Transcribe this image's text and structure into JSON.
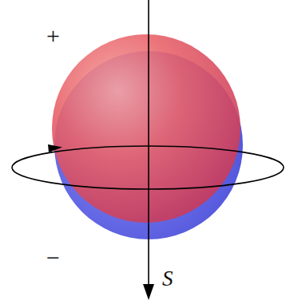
{
  "diagram": {
    "labels": [
      "+",
      "−",
      "S"
    ]
  }
}
